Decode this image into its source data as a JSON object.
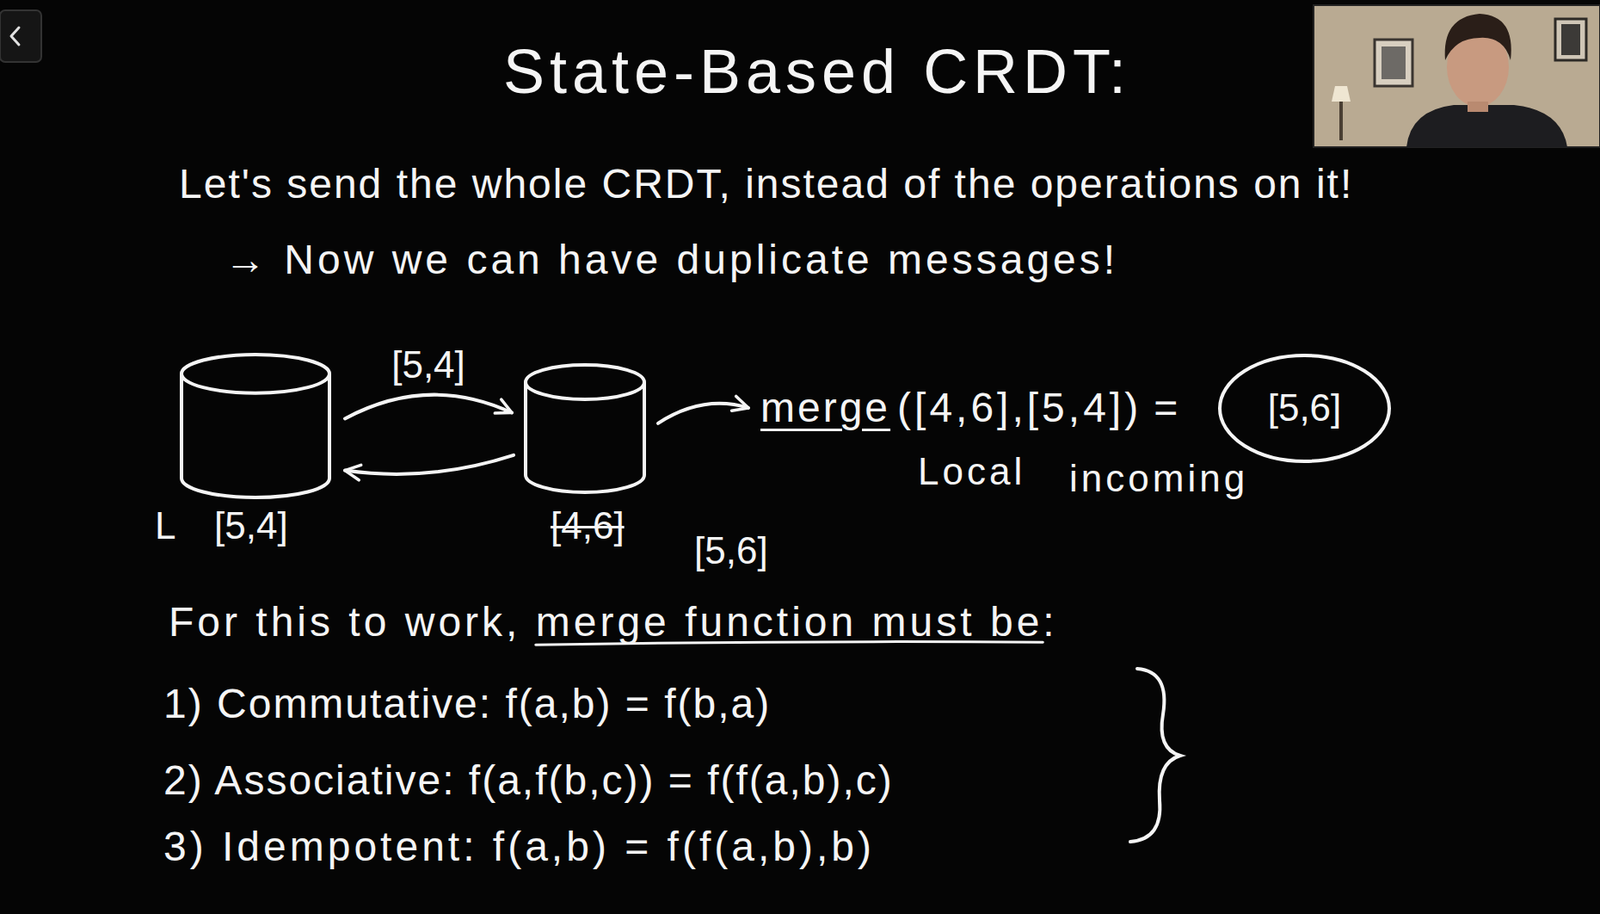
{
  "diagram": {
    "title": "State-Based CRDT:",
    "nodes": [
      {
        "text": [
          "[5,4]"
        ]
      },
      {
        "text": [
          "[4,6]",
          "[5,6]"
        ]
      },
      {
        "text": [
          "[5,6]"
        ]
      }
    ],
    "edges": [
      {
        "from": 0,
        "to": 1,
        "label": "[5,4]",
        "arrow": "to"
      },
      {
        "from": 1,
        "to": 0,
        "arrow": "to"
      }
    ],
    "labels": [
      "Let's send the whole CRDT, instead of the operations on it!",
      "→ Now we can have duplicate messages!",
      "L",
      "merge",
      "([4,6],[5,4])",
      "=",
      "Local",
      "incoming",
      "For this to work, merge function must be:",
      "1) Commutative: f(a,b) = f(b,a)",
      "2) Associative: f(a,f(b,c)) = f(f(a,b),c)",
      "3) Idempotent: f(a,b) = f(f(a,b),b)"
    ]
  }
}
